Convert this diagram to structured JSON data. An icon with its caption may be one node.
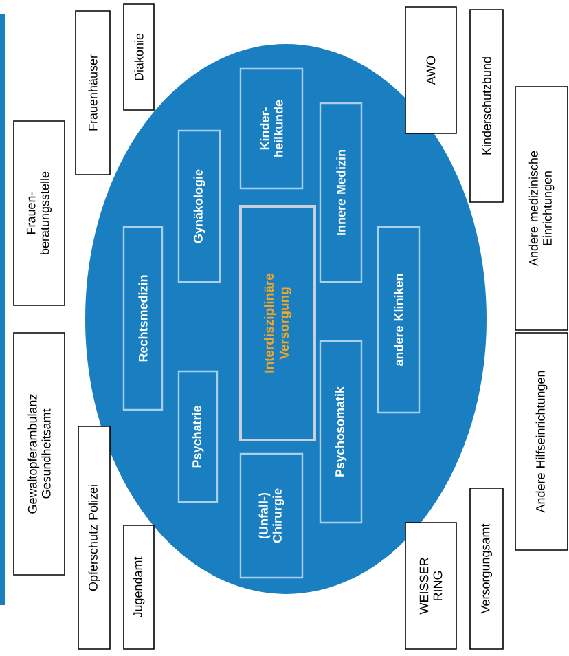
{
  "diagram": {
    "nodes": [
      {
        "text": [],
        "shape": "ellipse"
      },
      {
        "text": [
          "Kinder- heilkunde"
        ],
        "in": 0
      },
      {
        "text": [
          "Gynäkologie"
        ],
        "in": 0
      },
      {
        "text": [
          "Rechtsmedizin"
        ],
        "in": 0
      },
      {
        "text": [
          "Interdisziplinäre Versorgung"
        ],
        "in": 0
      },
      {
        "text": [
          "Innere Medizin"
        ],
        "in": 0
      },
      {
        "text": [
          "Psychatrie"
        ],
        "in": 0
      },
      {
        "text": [
          "andere Kliniken"
        ],
        "in": 0
      },
      {
        "text": [
          "(Unfall-) Chirurgie"
        ],
        "in": 0
      },
      {
        "text": [
          "Psychosomatik"
        ],
        "in": 0
      },
      {
        "text": [
          "Frauen- beratungsstelle"
        ]
      },
      {
        "text": [
          "Frauenhäuser"
        ]
      },
      {
        "text": [
          "Diakonie"
        ]
      },
      {
        "text": [
          "AWO"
        ]
      },
      {
        "text": [
          "Kinderschutzbund"
        ]
      },
      {
        "text": [
          "Andere medizinische Einrichtungen"
        ]
      },
      {
        "text": [
          "Gewaltopferambulanz Gesundheitsamt"
        ]
      },
      {
        "text": [
          "Opferschutz Polizei"
        ]
      },
      {
        "text": [
          "Jugendamt"
        ]
      },
      {
        "text": [
          "WEISSER RING"
        ]
      },
      {
        "text": [
          "Versorgungsamt"
        ]
      },
      {
        "text": [
          "Andere Hilfseinrichtungen"
        ]
      }
    ]
  }
}
